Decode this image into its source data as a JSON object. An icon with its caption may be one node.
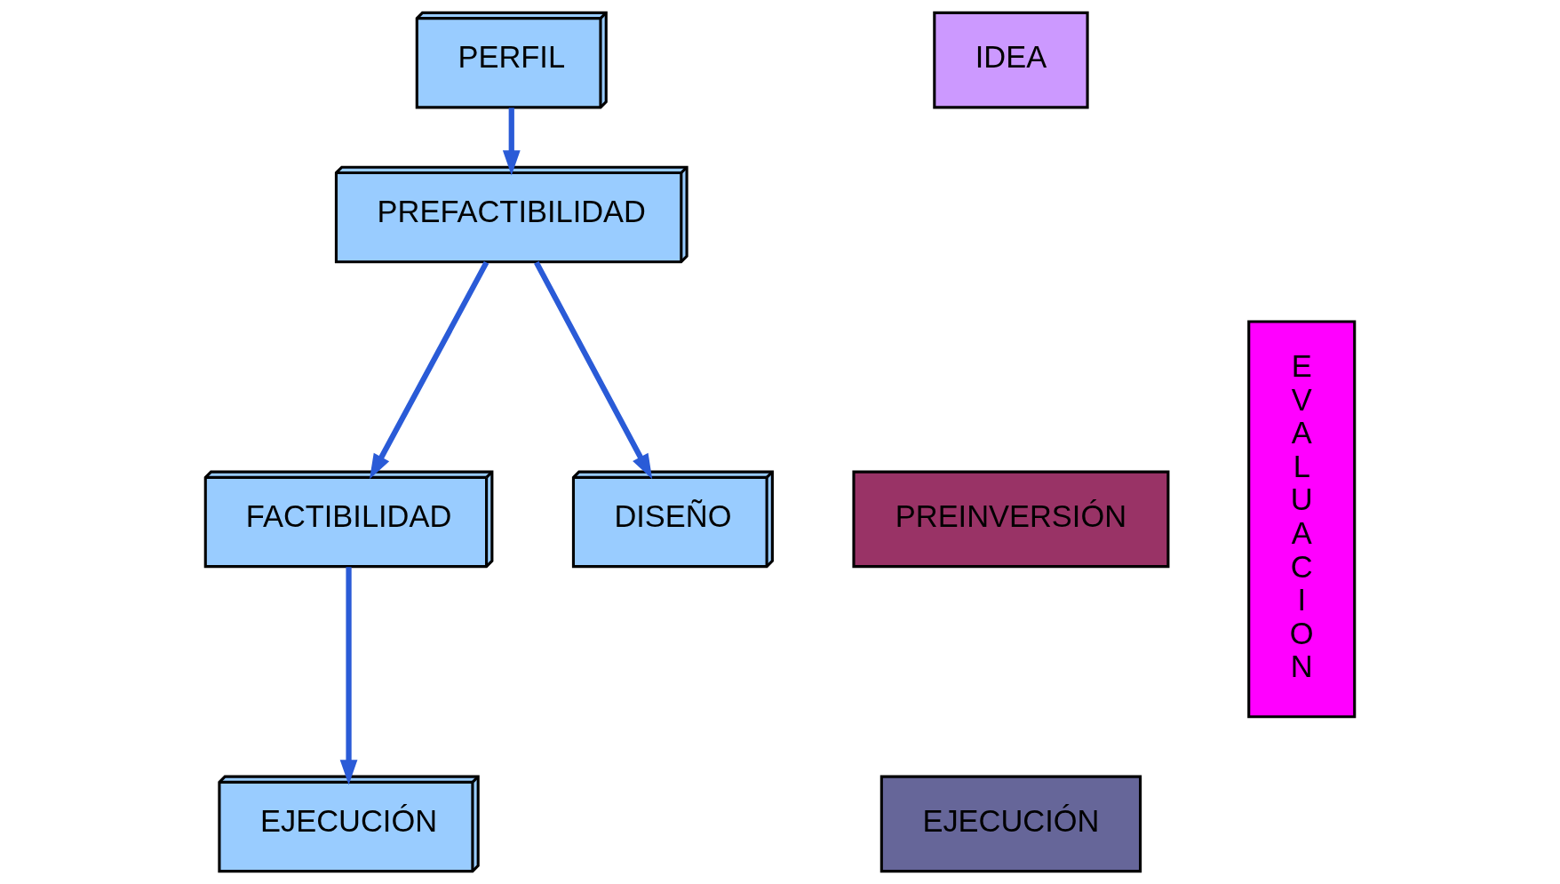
{
  "diagram": {
    "nodes": [
      {
        "text": [
          "PERFIL"
        ]
      },
      {
        "text": [
          "PREFACTIBILIDAD"
        ]
      },
      {
        "text": [
          "FACTIBILIDAD"
        ]
      },
      {
        "text": [
          "DISEÑO"
        ]
      },
      {
        "text": [
          "EJECUCIÓN"
        ]
      },
      {
        "text": [
          "IDEA"
        ]
      },
      {
        "text": [
          "PREINVERSIÓN"
        ]
      },
      {
        "text": [
          "EJECUCIÓN"
        ]
      },
      {
        "text": [
          "EVALUACION"
        ]
      }
    ],
    "edges": [
      {
        "from": 0,
        "to": 1,
        "arrow": "to",
        "color": "#2a5bd7"
      },
      {
        "from": 1,
        "to": 2,
        "arrow": "to",
        "color": "#2a5bd7"
      },
      {
        "from": 1,
        "to": 3,
        "arrow": "to",
        "color": "#2a5bd7"
      },
      {
        "from": 2,
        "to": 4,
        "arrow": "to",
        "color": "#2a5bd7"
      }
    ]
  }
}
